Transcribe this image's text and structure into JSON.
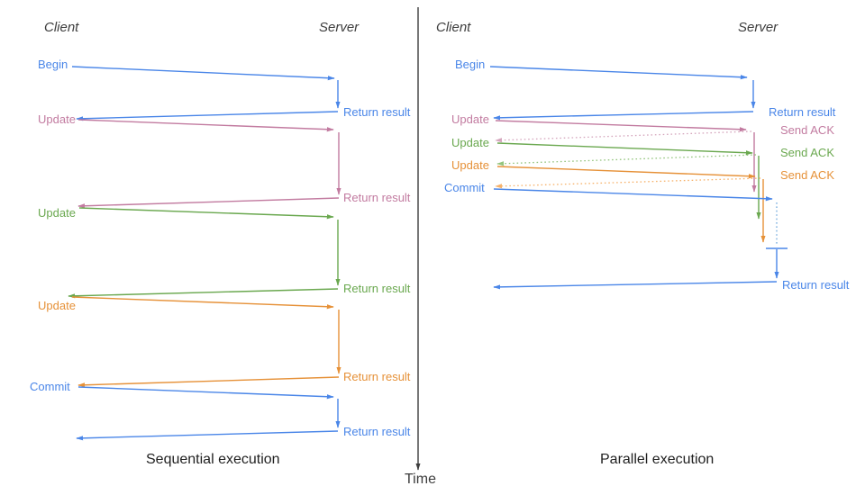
{
  "colors": {
    "blue": "#4a86e8",
    "pink": "#c27ba0",
    "green": "#6aa84f",
    "orange": "#e69138",
    "pink_light": "#d5a6bd",
    "green_light": "#93c47d",
    "orange_light": "#f6b26b",
    "light_blue": "#6fa8dc",
    "axis": "#3d3d3d",
    "header": "#3d3d3d",
    "caption": "#1f1f1f"
  },
  "time_axis": {
    "label": "Time"
  },
  "sequential": {
    "client_header": "Client",
    "server_header": "Server",
    "caption": "Sequential execution",
    "steps": [
      {
        "request": "Begin",
        "response": "Return result"
      },
      {
        "request": "Update",
        "response": "Return result"
      },
      {
        "request": "Update",
        "response": "Return result"
      },
      {
        "request": "Update",
        "response": "Return result"
      },
      {
        "request": "Commit",
        "response": "Return result"
      }
    ]
  },
  "parallel": {
    "client_header": "Client",
    "server_header": "Server",
    "caption": "Parallel execution",
    "steps": [
      {
        "request": "Begin",
        "response": "Return result"
      },
      {
        "request": "Update",
        "response": "Send ACK"
      },
      {
        "request": "Update",
        "response": "Send ACK"
      },
      {
        "request": "Update",
        "response": "Send ACK"
      },
      {
        "request": "Commit",
        "response": "Return result"
      }
    ]
  }
}
